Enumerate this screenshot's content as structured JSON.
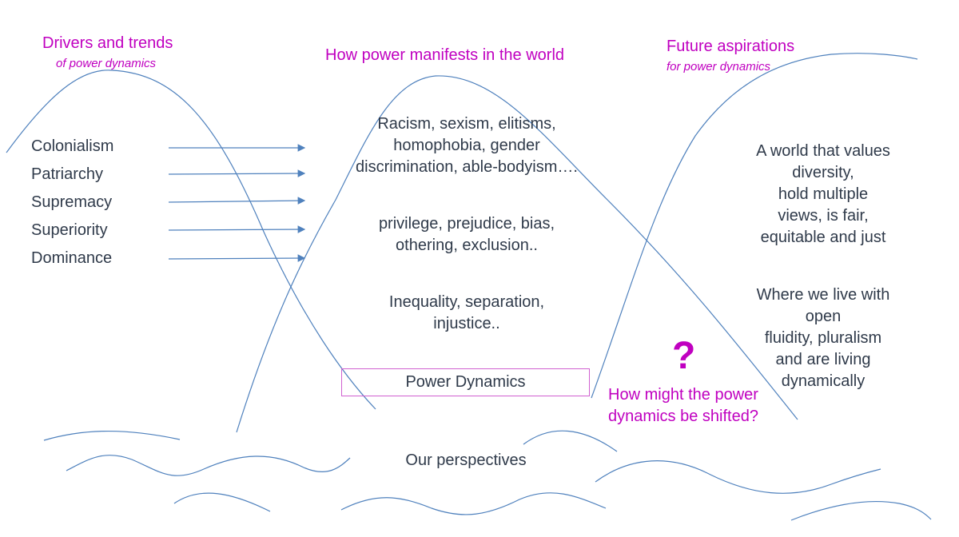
{
  "left_column": {
    "heading": "Drivers and trends",
    "subheading": "of power dynamics",
    "drivers": [
      "Colonialism",
      "Patriarchy",
      "Supremacy",
      "Superiority",
      "Dominance"
    ]
  },
  "middle_column": {
    "heading": "How power manifests in the world",
    "block1": "Racism, sexism, elitisms,\nhomophobia, gender\ndiscrimination, able-bodyism….",
    "block2": "privilege, prejudice, bias,\nothering, exclusion..",
    "block3": "Inequality, separation,\ninjustice..",
    "box_label": "Power Dynamics",
    "bottom_label": "Our perspectives"
  },
  "right_column": {
    "heading": "Future aspirations",
    "subheading": "for power dynamics",
    "vision1": "A world that values diversity,\nhold multiple views, is fair,\nequitable and just",
    "vision2": "Where we live with open\nfluidity, pluralism and are living\ndynamically",
    "question_mark": "?",
    "question": "How might the power\ndynamics be shifted?"
  },
  "colors": {
    "accent": "#c000c0",
    "line": "#4f81bd",
    "text": "#2f3a4a"
  }
}
